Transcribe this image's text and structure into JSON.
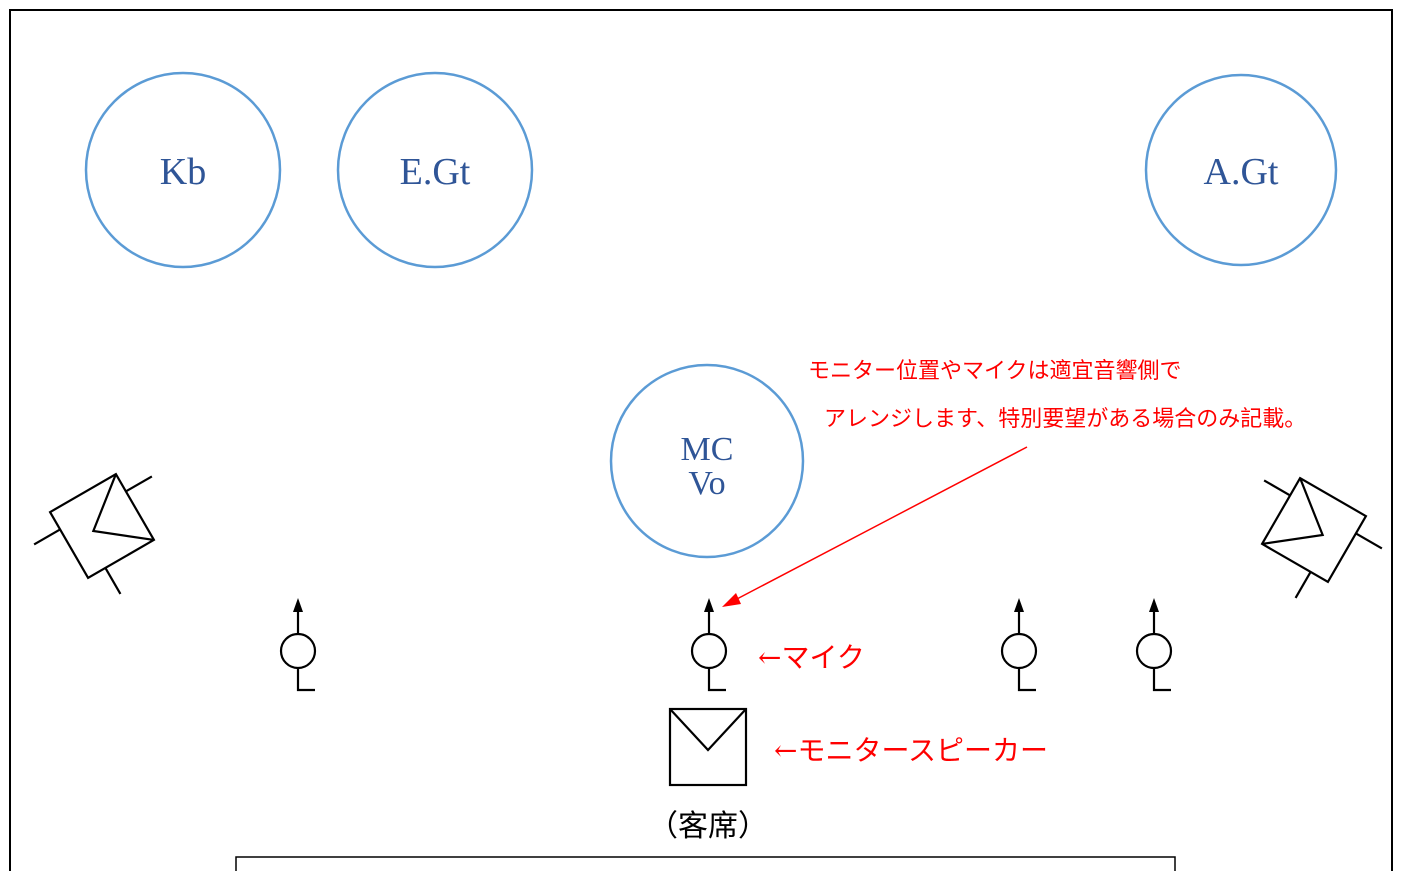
{
  "stage": {
    "instruments": {
      "kb": "Kb",
      "egt": "E.Gt",
      "agt": "A.Gt",
      "mc_line1": "MC",
      "mc_line2": "Vo"
    },
    "note": {
      "line1": "モニター位置やマイクは適宜音響側で",
      "line2": "アレンジします、特別要望がある場合のみ記載。"
    },
    "legend": {
      "mic": "←マイク",
      "monitor": "←モニタースピーカー"
    },
    "audience": "（客席）"
  },
  "colors": {
    "instrument_circle": "#5b9bd5",
    "instrument_text": "#2f5597",
    "annotation": "#ff0000",
    "line": "#000000"
  }
}
